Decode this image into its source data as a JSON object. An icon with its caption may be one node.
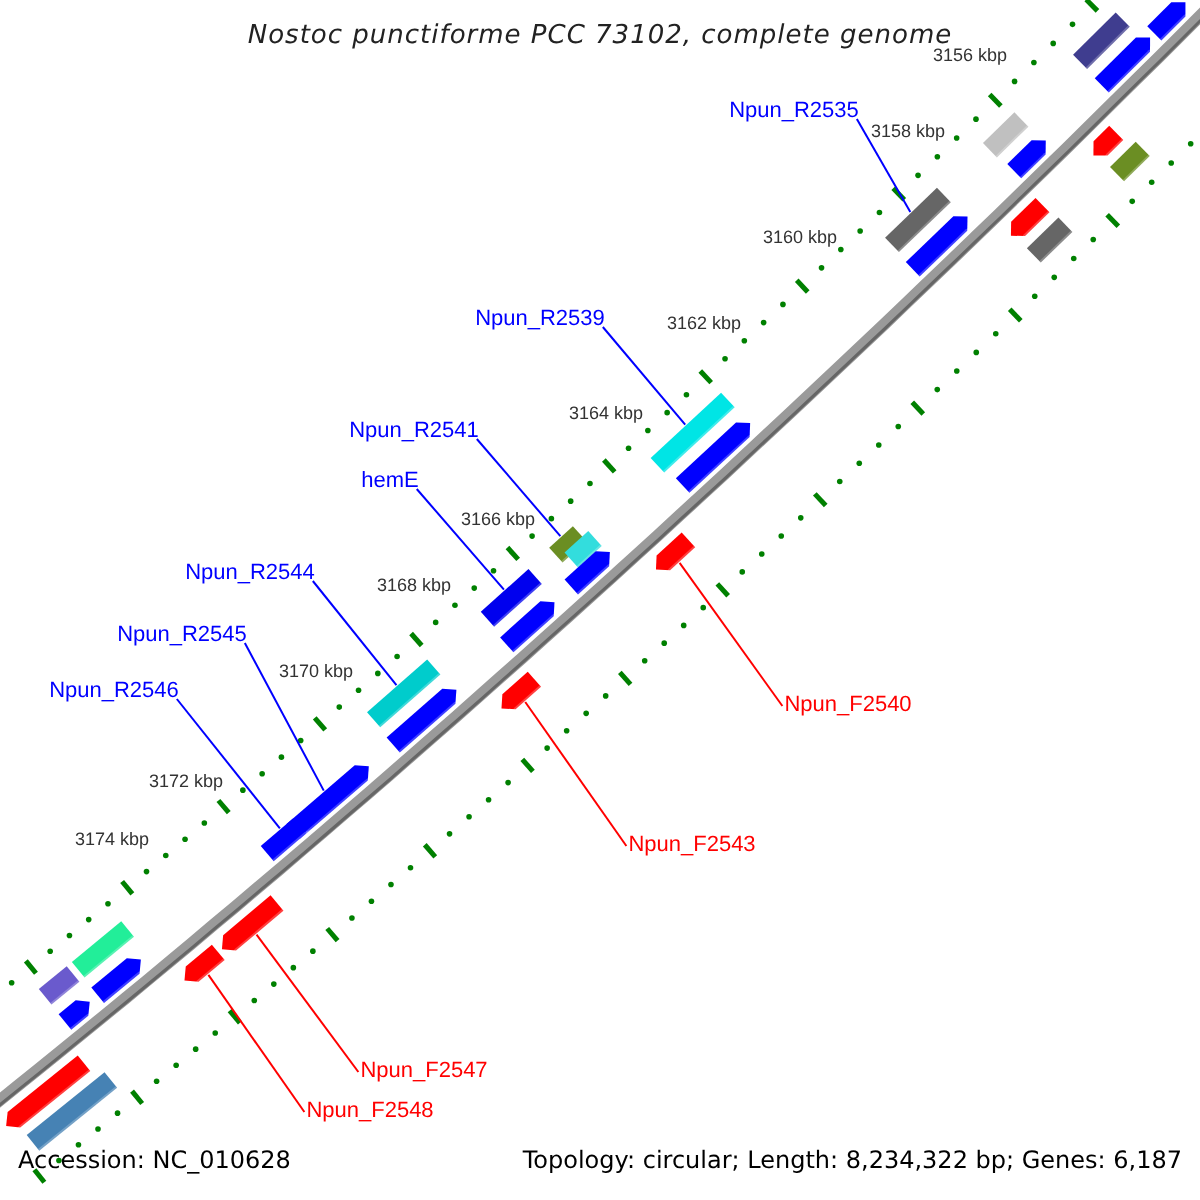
{
  "diagram": {
    "title": "Nostoc punctiforme PCC 73102, complete genome",
    "nodes": [
      {
        "text": [
          "Npun_R2535"
        ]
      },
      {
        "text": [
          "Npun_R2539"
        ]
      },
      {
        "text": [
          "Npun_R2541"
        ]
      },
      {
        "text": [
          "hemE"
        ]
      },
      {
        "text": [
          "Npun_R2544"
        ]
      },
      {
        "text": [
          "Npun_R2545"
        ]
      },
      {
        "text": [
          "Npun_R2546"
        ]
      },
      {
        "text": [
          "Npun_F2540"
        ]
      },
      {
        "text": [
          "Npun_F2543"
        ]
      },
      {
        "text": [
          "Npun_F2547"
        ]
      },
      {
        "text": [
          "Npun_F2548"
        ]
      },
      {
        "text": [],
        "shape": "arrow"
      },
      {
        "text": [],
        "shape": "box"
      },
      {
        "text": [],
        "shape": "arrow"
      },
      {
        "text": [],
        "shape": "box"
      },
      {
        "text": [],
        "shape": "arrow"
      },
      {
        "text": [],
        "shape": "arrow"
      },
      {
        "text": [],
        "shape": "box"
      },
      {
        "text": [],
        "shape": "box"
      },
      {
        "text": [],
        "shape": "arrow"
      },
      {
        "text": [],
        "shape": "arrow"
      },
      {
        "text": [],
        "shape": "box"
      },
      {
        "text": [],
        "shape": "box"
      },
      {
        "text": [],
        "shape": "arrow"
      },
      {
        "text": [],
        "shape": "box"
      },
      {
        "text": [],
        "shape": "box"
      },
      {
        "text": [],
        "shape": "arrow"
      },
      {
        "text": [],
        "shape": "arrow"
      },
      {
        "text": [],
        "shape": "box"
      },
      {
        "text": [],
        "shape": "arrow"
      },
      {
        "text": [],
        "shape": "box"
      },
      {
        "text": [],
        "shape": "arrow"
      },
      {
        "text": [],
        "shape": "arrow"
      },
      {
        "text": [],
        "shape": "arrow"
      },
      {
        "text": [],
        "shape": "arrow"
      },
      {
        "text": [],
        "shape": "arrow"
      },
      {
        "text": [],
        "shape": "box"
      },
      {
        "text": [],
        "shape": "arrow"
      },
      {
        "text": [],
        "shape": "arrow"
      },
      {
        "text": [],
        "shape": "box"
      },
      {
        "text": [],
        "shape": "arrow"
      },
      {
        "text": [],
        "shape": "arrow"
      },
      {
        "text": [],
        "shape": "box"
      }
    ],
    "edges": [
      {
        "from": 0,
        "to": 18,
        "arrow": "none"
      },
      {
        "from": 1,
        "to": 22,
        "arrow": "none"
      },
      {
        "from": 2,
        "to": 24,
        "arrow": "none"
      },
      {
        "from": 3,
        "to": 28,
        "arrow": "none"
      },
      {
        "from": 4,
        "to": 30,
        "arrow": "none"
      },
      {
        "from": 5,
        "to": 33,
        "arrow": "none"
      },
      {
        "from": 6,
        "to": 34,
        "arrow": "none"
      },
      {
        "from": 7,
        "to": 26,
        "arrow": "none",
        "color": "#ff0000"
      },
      {
        "from": 8,
        "to": 31,
        "arrow": "none",
        "color": "#ff0000"
      },
      {
        "from": 9,
        "to": 35,
        "arrow": "none",
        "color": "#ff0000"
      },
      {
        "from": 10,
        "to": 38,
        "arrow": "none",
        "color": "#ff0000"
      }
    ],
    "labels": [
      "3156 kbp",
      "3158 kbp",
      "3160 kbp",
      "3162 kbp",
      "3164 kbp",
      "3166 kbp",
      "3168 kbp",
      "3170 kbp",
      "3172 kbp",
      "3174 kbp",
      "Accession: NC_010628",
      "Topology: circular; Length: 8,234,322 bp; Genes: 6,187"
    ]
  }
}
